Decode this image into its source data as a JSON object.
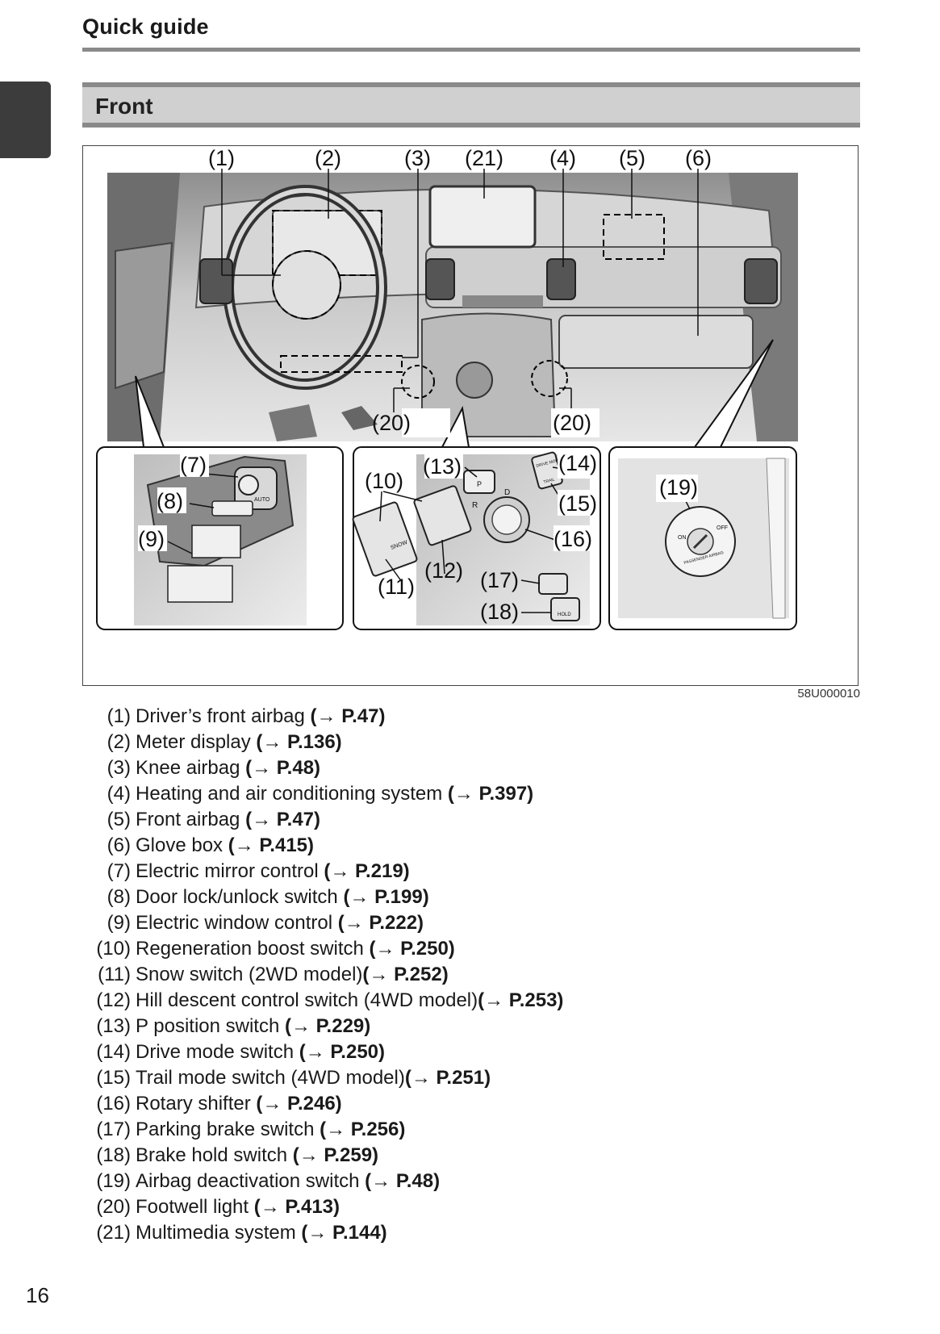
{
  "header": {
    "title": "Quick guide"
  },
  "section": {
    "title": "Front"
  },
  "figure": {
    "code": "58U000010",
    "callouts": {
      "c1": "(1)",
      "c2": "(2)",
      "c3": "(3)",
      "c21": "(21)",
      "c4": "(4)",
      "c5": "(5)",
      "c6": "(6)",
      "c20a": "(20)",
      "c20b": "(20)",
      "c7": "(7)",
      "c8": "(8)",
      "c9": "(9)",
      "c10": "(10)",
      "c11": "(11)",
      "c12": "(12)",
      "c13": "(13)",
      "c14": "(14)",
      "c15": "(15)",
      "c16": "(16)",
      "c17": "(17)",
      "c18": "(18)",
      "c19": "(19)"
    },
    "switch_texts": {
      "on": "ON",
      "off": "OFF",
      "passenger_airbag": "PASSENGER AIRBAG",
      "auto": "AUTO",
      "snow": "SNOW",
      "trail": "TRAIL",
      "drive_mode": "DRIVE MODE",
      "gear_p": "P",
      "gear_r": "R",
      "gear_d": "D",
      "hold": "HOLD"
    }
  },
  "legend": [
    {
      "num": "(1)",
      "text": "Driver’s front airbag ",
      "ref": "(→ P.47)"
    },
    {
      "num": "(2)",
      "text": "Meter display ",
      "ref": "(→ P.136)"
    },
    {
      "num": "(3)",
      "text": "Knee airbag ",
      "ref": "(→ P.48)"
    },
    {
      "num": "(4)",
      "text": "Heating and air conditioning system ",
      "ref": "(→ P.397)"
    },
    {
      "num": "(5)",
      "text": "Front airbag ",
      "ref": "(→ P.47)"
    },
    {
      "num": "(6)",
      "text": "Glove box ",
      "ref": "(→ P.415)"
    },
    {
      "num": "(7)",
      "text": "Electric mirror control ",
      "ref": "(→ P.219)"
    },
    {
      "num": "(8)",
      "text": "Door lock/unlock switch ",
      "ref": "(→ P.199)"
    },
    {
      "num": "(9)",
      "text": "Electric window control ",
      "ref": "(→ P.222)"
    },
    {
      "num": "(10)",
      "text": "Regeneration boost switch ",
      "ref": "(→ P.250)"
    },
    {
      "num": "(11)",
      "text": "Snow switch (2WD model)",
      "ref": "(→ P.252)"
    },
    {
      "num": "(12)",
      "text": "Hill descent control switch (4WD model)",
      "ref": "(→ P.253)"
    },
    {
      "num": "(13)",
      "text": "P position switch ",
      "ref": "(→ P.229)"
    },
    {
      "num": "(14)",
      "text": "Drive mode switch ",
      "ref": "(→ P.250)"
    },
    {
      "num": "(15)",
      "text": "Trail mode switch (4WD model)",
      "ref": "(→ P.251)"
    },
    {
      "num": "(16)",
      "text": "Rotary shifter ",
      "ref": "(→ P.246)"
    },
    {
      "num": "(17)",
      "text": "Parking brake switch ",
      "ref": "(→ P.256)"
    },
    {
      "num": "(18)",
      "text": "Brake hold switch ",
      "ref": "(→ P.259)"
    },
    {
      "num": "(19)",
      "text": "Airbag deactivation switch ",
      "ref": "(→ P.48)"
    },
    {
      "num": "(20)",
      "text": "Footwell light ",
      "ref": "(→ P.413)"
    },
    {
      "num": "(21)",
      "text": "Multimedia system ",
      "ref": "(→ P.144)"
    }
  ],
  "page_number": "16"
}
